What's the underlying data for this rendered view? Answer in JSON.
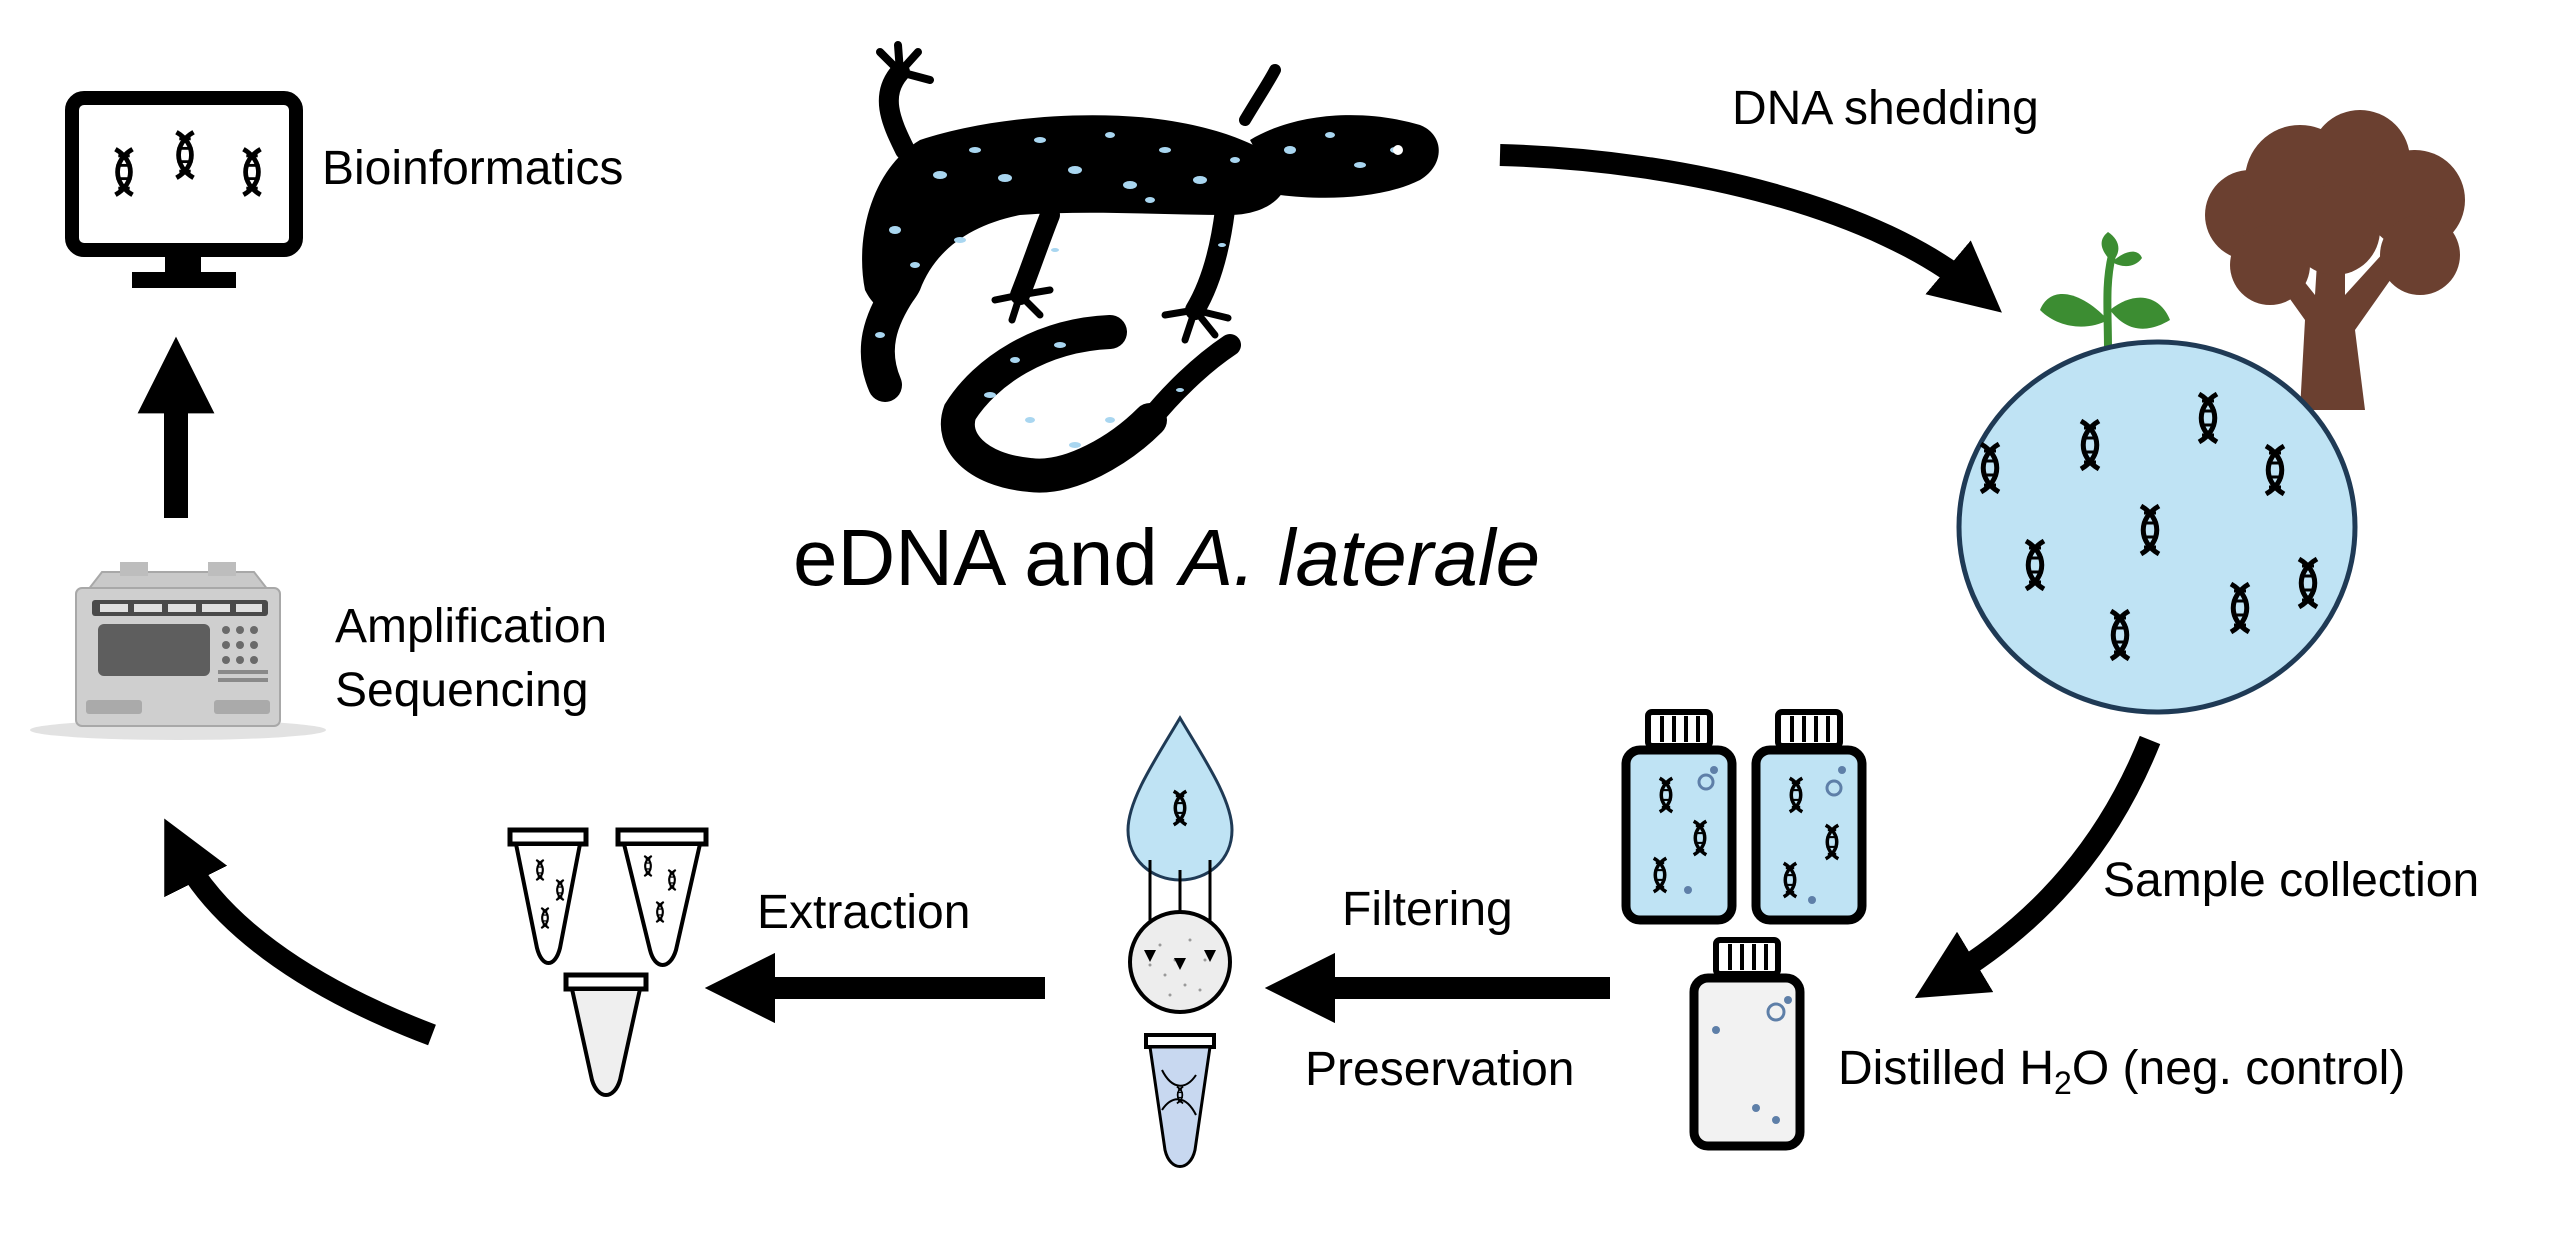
{
  "title": {
    "prefix": "eDNA and ",
    "species": "A. laterale"
  },
  "labels": {
    "dna_shedding": "DNA shedding",
    "bioinformatics": "Bioinformatics",
    "amplification": "Amplification",
    "sequencing": "Sequencing",
    "sample_collection": "Sample collection",
    "filtering": "Filtering",
    "preservation": "Preservation",
    "extraction": "Extraction",
    "negative_control_prefix": "Distilled H",
    "negative_control_sub": "2",
    "negative_control_suffix": "O (neg. control)"
  },
  "colors": {
    "water": "#bfe3f4",
    "tree": "#6b4030",
    "leaf": "#3c8d32",
    "salamander_spots": "#a9d6f0",
    "arrow": "#000000",
    "device": "#c8c8c8"
  },
  "icons": [
    "monitor-icon",
    "dna-icon",
    "thermocycler-icon",
    "salamander-icon",
    "pond-icon",
    "tree-icon",
    "seedling-icon",
    "sample-bottle-icon",
    "water-drop-icon",
    "filter-icon",
    "tube-icon"
  ]
}
